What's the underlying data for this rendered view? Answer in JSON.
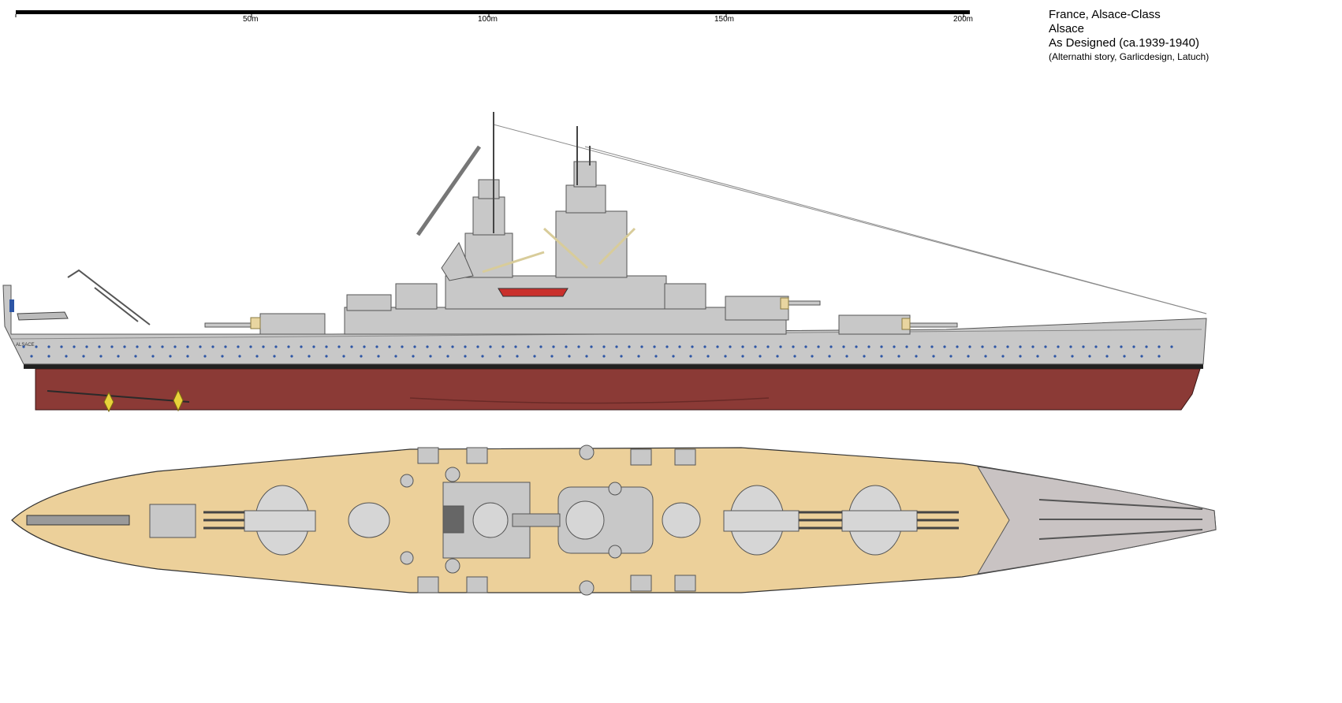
{
  "scale_bar": {
    "ticks": [
      "50m",
      "100m",
      "150m",
      "200m"
    ]
  },
  "info": {
    "line1": "France, Alsace-Class",
    "line2": "Alsace",
    "line3": "As Designed (ca.1939-1940)",
    "line4": "(Alternathi story, Garlicdesign, Latuch)"
  },
  "hull_name": "ALSACE",
  "colors": {
    "hull_gray": "#c8c8c8",
    "waterline_red": "#8b3a36",
    "deck_wood": "#ecd09a",
    "turret_gray": "#d6d6d6",
    "boot_top": "#202020",
    "porthole": "#2d55a5"
  }
}
